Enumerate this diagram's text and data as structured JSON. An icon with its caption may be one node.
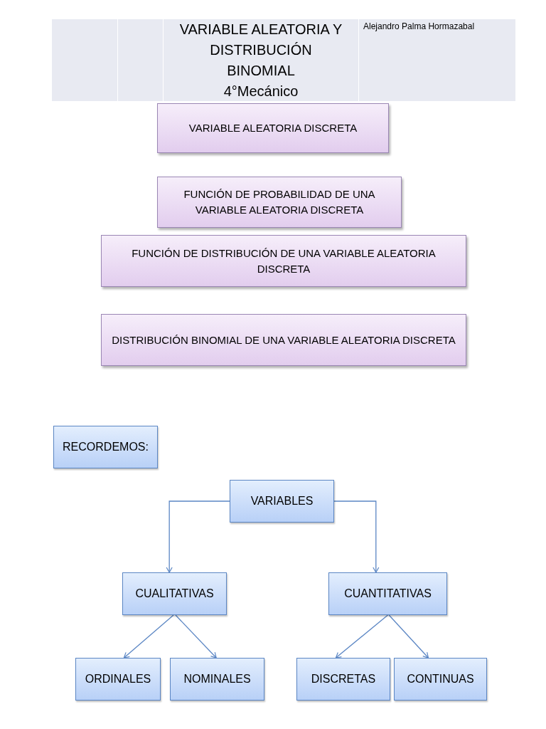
{
  "diagram": {
    "title": "VARIABLE ALEATORIA Y DISTRIBUCIÓN BINOMIAL",
    "nodes": [
      {
        "text": [
          "VARIABLE ALEATORIA DISCRETA"
        ]
      },
      {
        "text": [
          "FUNCIÓN DE PROBABILIDAD DE UNA VARIABLE ALEATORIA DISCRETA"
        ]
      },
      {
        "text": [
          "FUNCIÓN DE DISTRIBUCIÓN DE UNA VARIABLE ALEATORIA DISCRETA"
        ]
      },
      {
        "text": [
          "DISTRIBUCIÓN BINOMIAL DE UNA VARIABLE ALEATORIA DISCRETA"
        ]
      },
      {
        "text": [
          "RECORDEMOS:"
        ]
      },
      {
        "text": [
          "VARIABLES"
        ]
      },
      {
        "text": [
          "CUALITATIVAS"
        ]
      },
      {
        "text": [
          "CUANTITATIVAS"
        ]
      },
      {
        "text": [
          "ORDINALES"
        ]
      },
      {
        "text": [
          "NOMINALES"
        ]
      },
      {
        "text": [
          "DISCRETAS"
        ]
      },
      {
        "text": [
          "CONTINUAS"
        ]
      }
    ],
    "edges": [
      {
        "from": 5,
        "to": 6,
        "arrow": "to"
      },
      {
        "from": 5,
        "to": 7,
        "arrow": "to"
      },
      {
        "from": 6,
        "to": 8,
        "arrow": "to"
      },
      {
        "from": 6,
        "to": 9,
        "arrow": "to"
      },
      {
        "from": 7,
        "to": 10,
        "arrow": "to"
      },
      {
        "from": 7,
        "to": 11,
        "arrow": "to"
      }
    ],
    "labels": [
      "4°Mecánico",
      "Alejandro Palma Hormazabal"
    ]
  }
}
